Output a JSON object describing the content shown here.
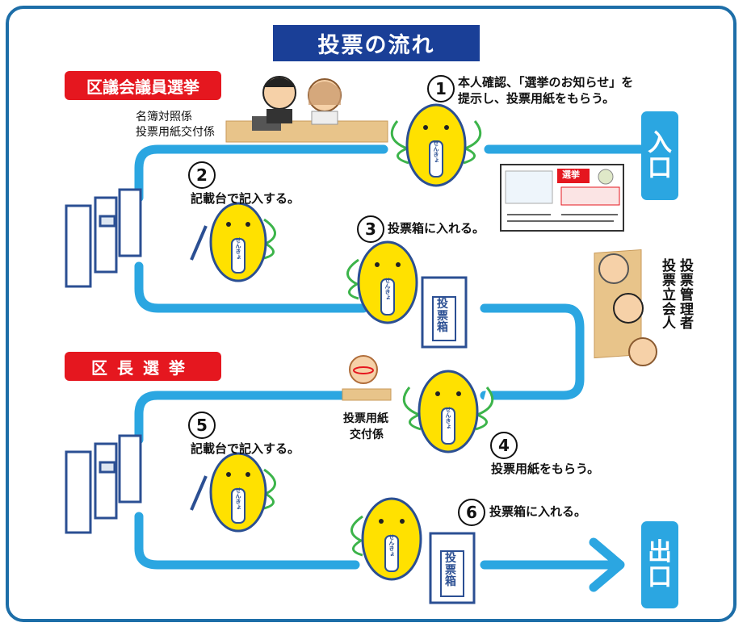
{
  "title": "投票の流れ",
  "section_ward_council": "区議会議員選挙",
  "section_ward_mayor": "区長選挙",
  "staff_register_check": "名簿対照係",
  "staff_ballot_issue": "投票用紙交付係",
  "staff_ballot_issue_2_line1": "投票用紙",
  "staff_ballot_issue_2_line2": "交付係",
  "staff_managers": [
    "投票管理者",
    "投票立会人"
  ],
  "entrance_label": [
    "入",
    "口"
  ],
  "exit_label": [
    "出",
    "口"
  ],
  "notice_card_heading": "選挙",
  "ballot_box_label": [
    "投",
    "票",
    "箱"
  ],
  "steps": [
    {
      "num": "1",
      "line1": "本人確認、「選挙のお知らせ」を",
      "line2": "提示し、投票用紙をもらう。"
    },
    {
      "num": "2",
      "line1": "記載台で記入する。"
    },
    {
      "num": "3",
      "line1": "投票箱に入れる。"
    },
    {
      "num": "4",
      "line1": "投票用紙をもらう。"
    },
    {
      "num": "5",
      "line1": "記載台で記入する。"
    },
    {
      "num": "6",
      "line1": "投票箱に入れる。"
    }
  ],
  "mascot_sash_text": "せんきょ",
  "colors": {
    "flow_line": "#2ba6e1",
    "title_bg": "#1a3f97",
    "section_bg": "#e5171f",
    "mascot": "#ffe100",
    "mascot_wing": "#3cb44a",
    "frame": "#1d6ea8"
  }
}
